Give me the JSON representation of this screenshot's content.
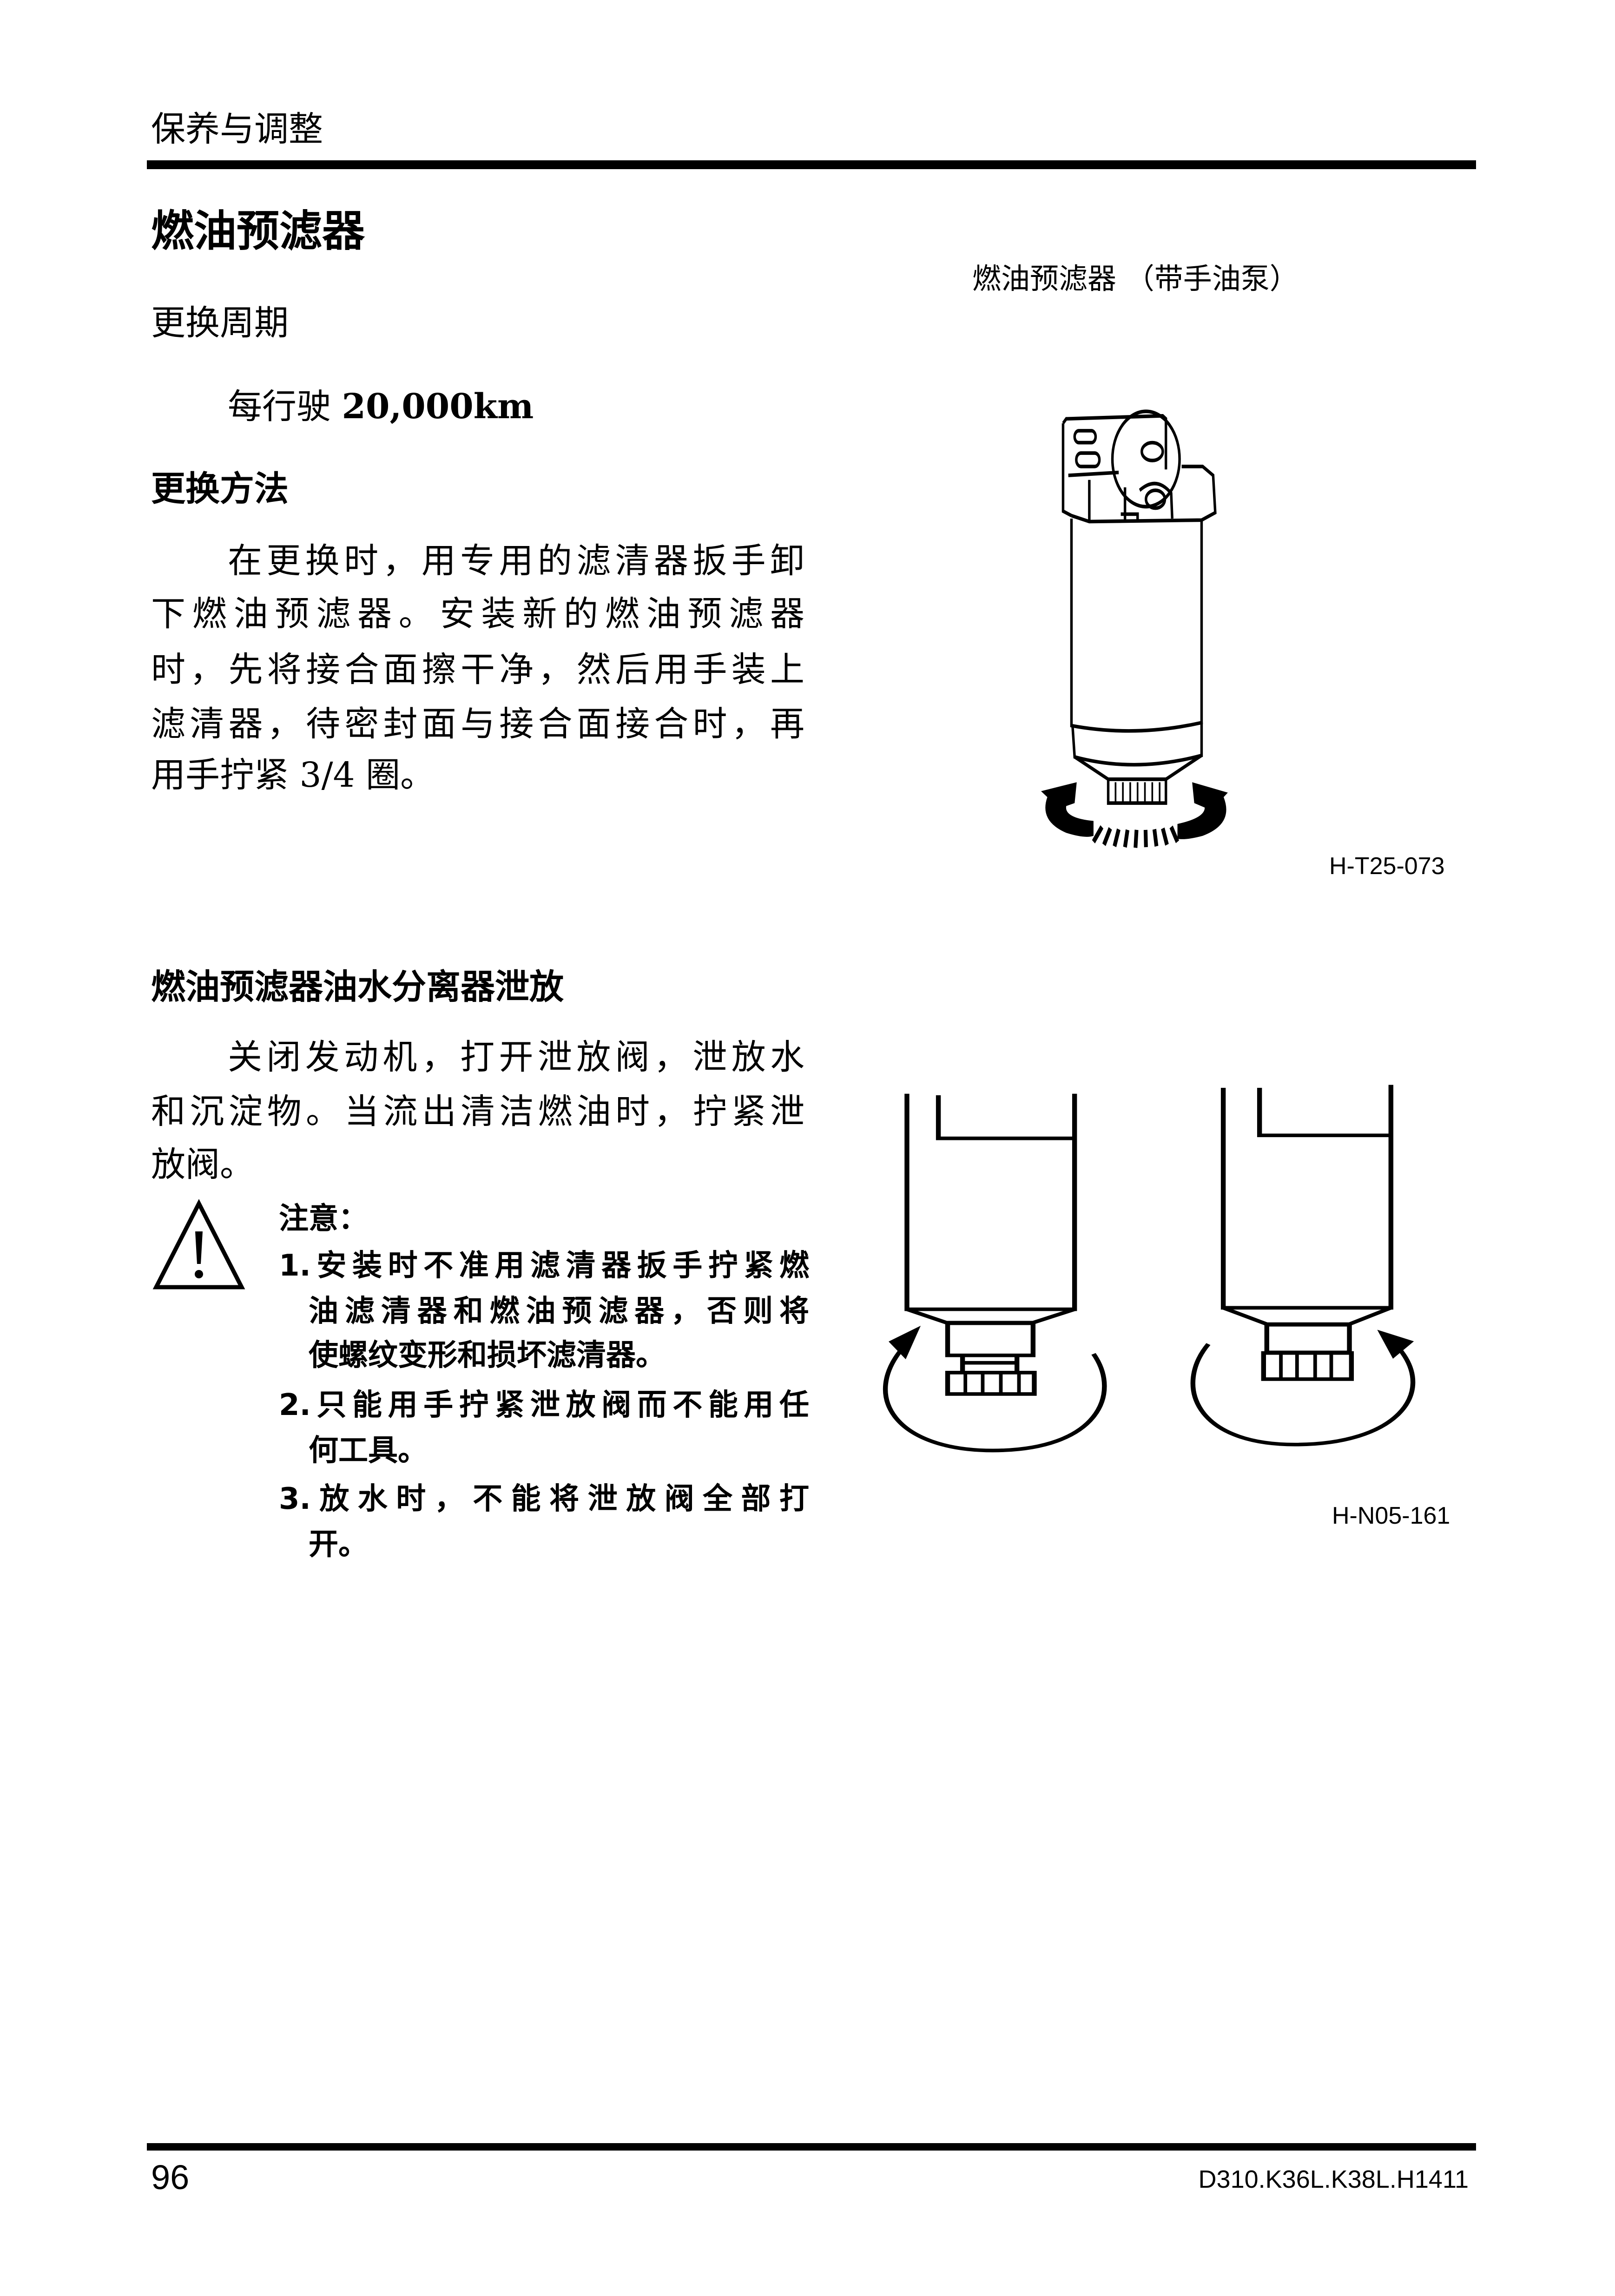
{
  "header": {
    "section": "保养与调整"
  },
  "title": "燃油预滤器",
  "interval": {
    "label": "更换周期",
    "prefix": "每行驶 ",
    "value": "20,000km"
  },
  "method": {
    "heading": "更换方法",
    "lines": [
      "在更换时，用专用的滤清器扳手卸",
      "下燃油预滤器。安装新的燃油预滤器",
      "时，先将接合面擦干净，然后用手装上",
      "滤清器，待密封面与接合面接合时，再",
      "用手拧紧 3/4 圈。"
    ]
  },
  "figure1": {
    "caption": "燃油预滤器 （带手油泵）",
    "code": "H-T25-073"
  },
  "drain": {
    "heading": "燃油预滤器油水分离器泄放",
    "lines": [
      "关闭发动机，打开泄放阀，泄放水",
      "和沉淀物。当流出清洁燃油时，拧紧泄",
      "放阀。"
    ]
  },
  "caution": {
    "label": "注意：",
    "lines": [
      "1.安装时不准用滤清器扳手拧紧燃",
      "油滤清器和燃油预滤器，否则将",
      "使螺纹变形和损坏滤清器。",
      "2.只能用手拧紧泄放阀而不能用任",
      "何工具。",
      "3.放水时，不能将泄放阀全部打",
      "开。"
    ]
  },
  "figure2": {
    "code": "H-N05-161"
  },
  "footer": {
    "page": "96",
    "doc_code": "D310.K36L.K38L.H1411"
  }
}
